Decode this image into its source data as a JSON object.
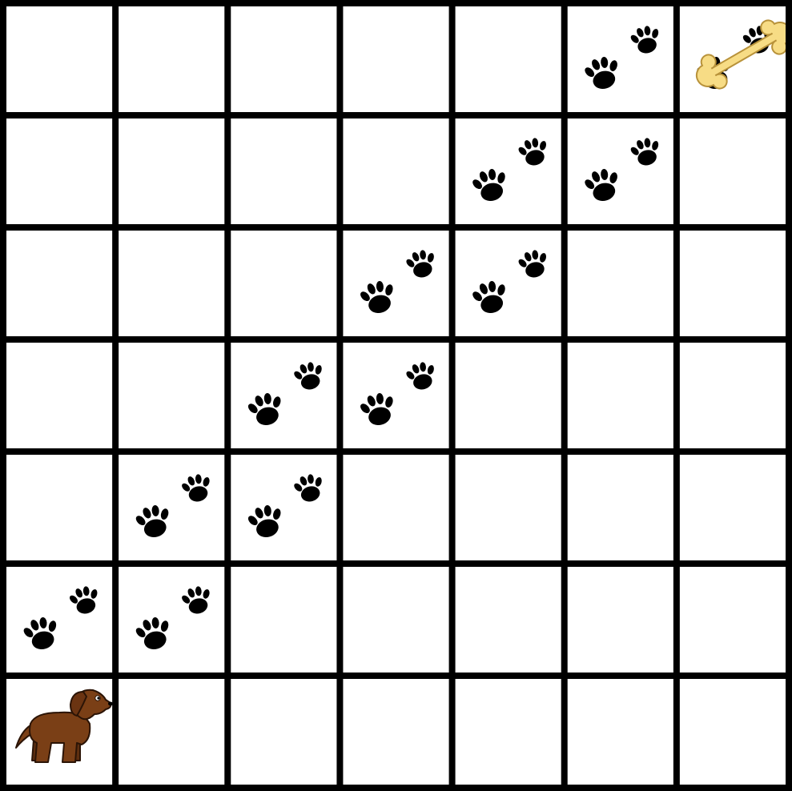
{
  "grid": {
    "rows": 7,
    "cols": 7,
    "line_color": "#000000",
    "cell_color": "#ffffff"
  },
  "dog": {
    "icon": "dog-icon",
    "row": 6,
    "col": 0,
    "color": "#7a3f16"
  },
  "bone": {
    "icon": "bone-icon",
    "row": 0,
    "col": 6,
    "color": "#f7dc85"
  },
  "paw_path": {
    "icon": "paw-prints-icon",
    "color": "#000000",
    "cells": [
      {
        "row": 5,
        "col": 0
      },
      {
        "row": 5,
        "col": 1
      },
      {
        "row": 4,
        "col": 1
      },
      {
        "row": 4,
        "col": 2
      },
      {
        "row": 3,
        "col": 2
      },
      {
        "row": 3,
        "col": 3
      },
      {
        "row": 2,
        "col": 3
      },
      {
        "row": 2,
        "col": 4
      },
      {
        "row": 1,
        "col": 4
      },
      {
        "row": 1,
        "col": 5
      },
      {
        "row": 0,
        "col": 5
      },
      {
        "row": 0,
        "col": 6
      }
    ]
  }
}
